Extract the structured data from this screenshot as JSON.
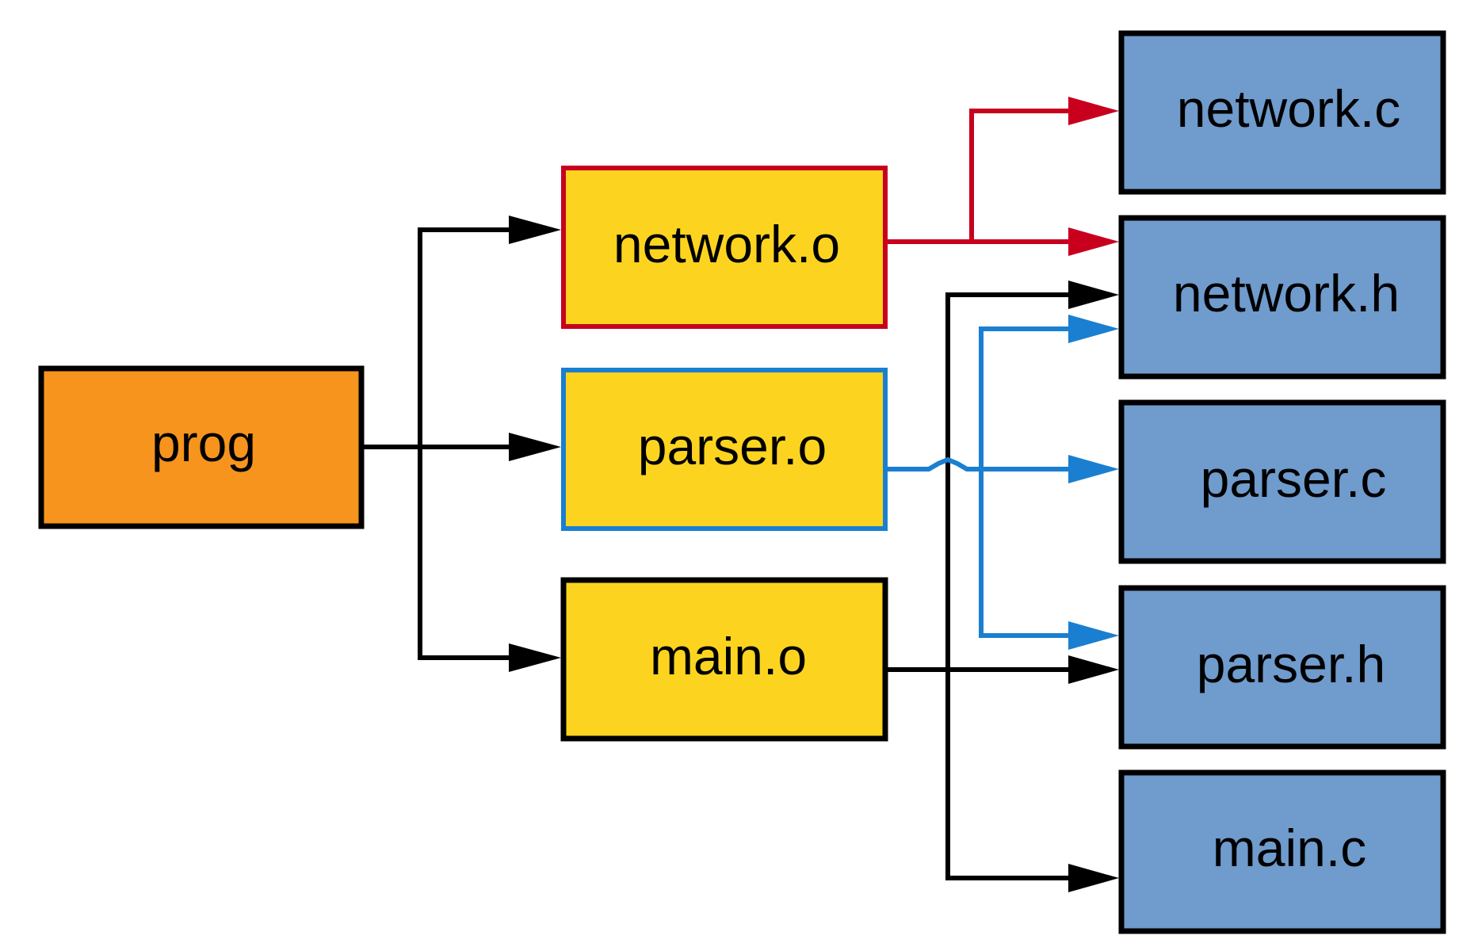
{
  "nodes": {
    "prog": {
      "label": "prog",
      "fill": "#f7941d",
      "border": "#000000"
    },
    "network_o": {
      "label": "network.o",
      "fill": "#fcd420",
      "border": "#c8001e"
    },
    "parser_o": {
      "label": "parser.o",
      "fill": "#fcd420",
      "border": "#1a7fd0"
    },
    "main_o": {
      "label": "main.o",
      "fill": "#fcd420",
      "border": "#000000"
    },
    "network_c": {
      "label": "network.c",
      "fill": "#6f9bcd",
      "border": "#000000"
    },
    "network_h": {
      "label": "network.h",
      "fill": "#6f9bcd",
      "border": "#000000"
    },
    "parser_c": {
      "label": "parser.c",
      "fill": "#6f9bcd",
      "border": "#000000"
    },
    "parser_h": {
      "label": "parser.h",
      "fill": "#6f9bcd",
      "border": "#000000"
    },
    "main_c": {
      "label": "main.c",
      "fill": "#6f9bcd",
      "border": "#000000"
    }
  },
  "edge_colors": {
    "prog": "#000000",
    "network_o": "#c8001e",
    "parser_o": "#1a7fd0",
    "main_o": "#000000"
  }
}
